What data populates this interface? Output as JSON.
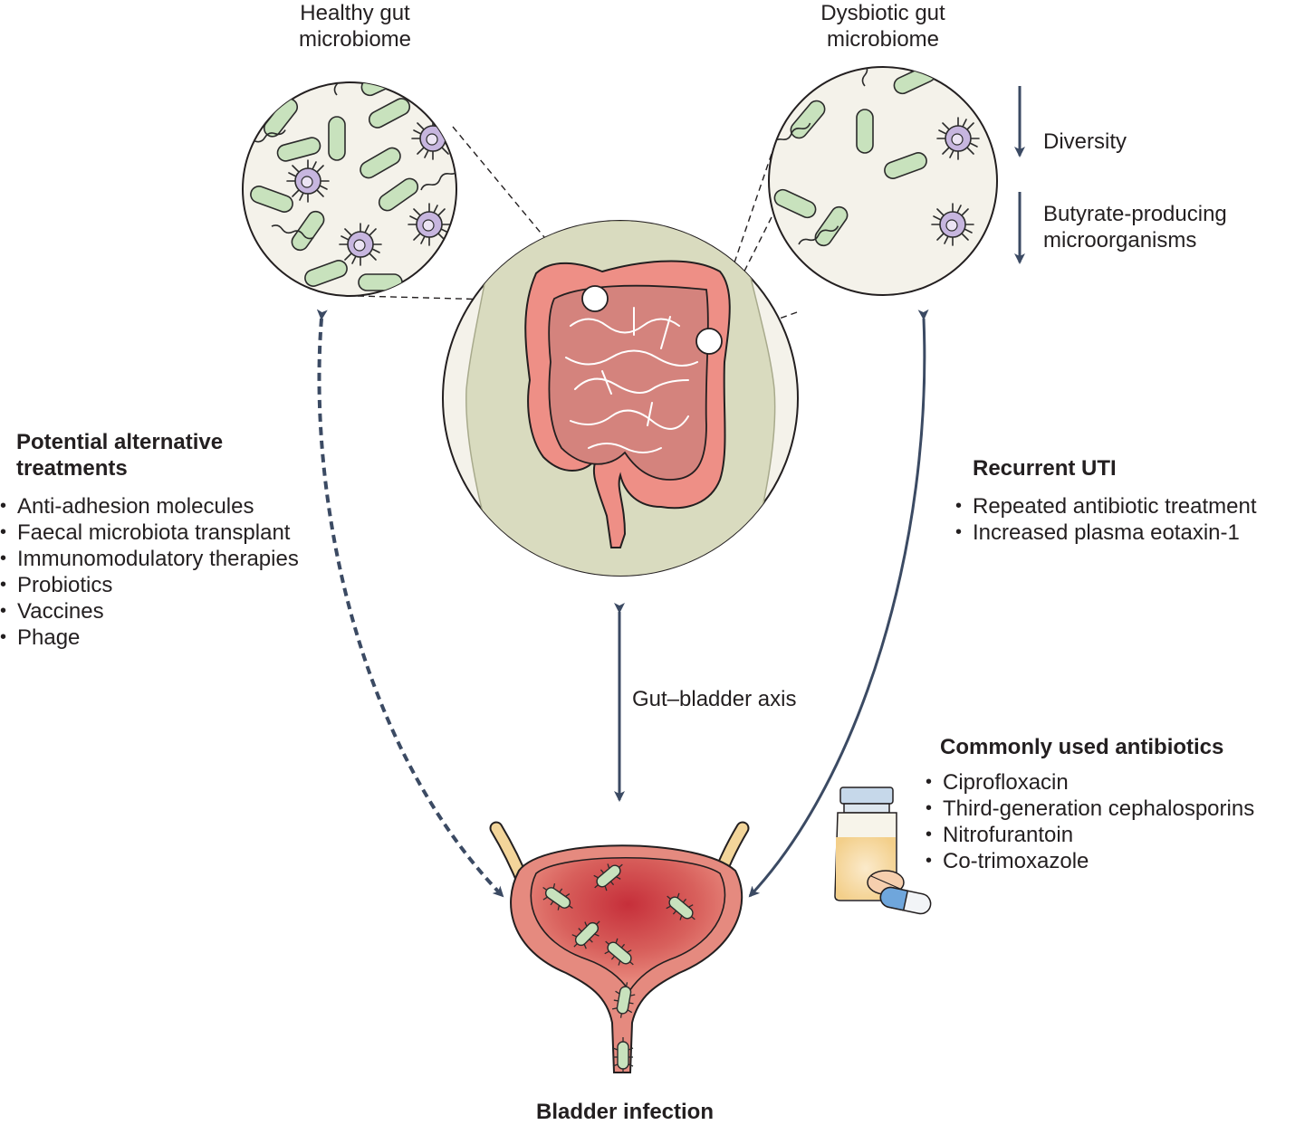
{
  "healthy": {
    "title_line1": "Healthy gut",
    "title_line2": "microbiome"
  },
  "dysbiotic": {
    "title_line1": "Dysbiotic gut",
    "title_line2": "microbiome",
    "changes": [
      {
        "line1": "Diversity",
        "line2": ""
      },
      {
        "line1": "Butyrate-producing",
        "line2": "microorganisms"
      }
    ]
  },
  "alternative_treatments": {
    "heading_line1": "Potential alternative",
    "heading_line2": "treatments",
    "items": [
      "Anti-adhesion molecules",
      "Faecal microbiota transplant",
      "Immunomodulatory therapies",
      "Probiotics",
      "Vaccines",
      "Phage"
    ]
  },
  "recurrent_uti": {
    "heading": "Recurrent UTI",
    "items": [
      "Repeated antibiotic treatment",
      "Increased plasma eotaxin-1"
    ]
  },
  "axis": {
    "label": "Gut–bladder axis"
  },
  "antibiotics": {
    "heading": "Commonly used antibiotics",
    "items": [
      "Ciprofloxacin",
      "Third-generation cephalosporins",
      "Nitrofurantoin",
      "Co-trimoxazole"
    ]
  },
  "bladder": {
    "label": "Bladder infection"
  },
  "colors": {
    "arrow": "#3b4a63",
    "bacteria": "#c8e2bd",
    "colon": "#ee8f86",
    "bladder": "#c9403f",
    "immune_cell": "#c7b6df",
    "torso": "#d9dbbf"
  }
}
